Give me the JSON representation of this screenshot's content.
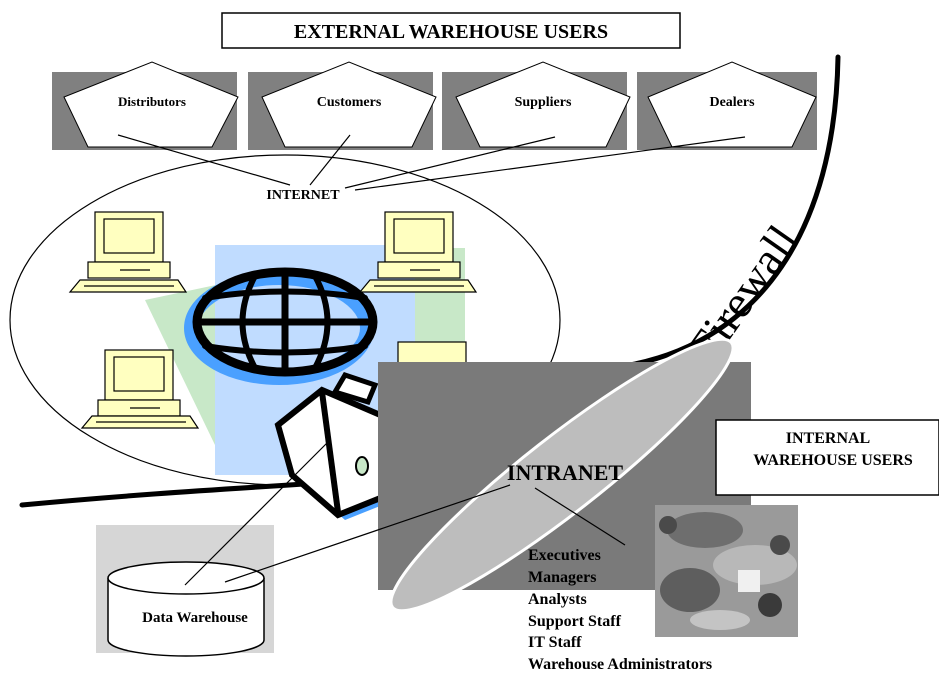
{
  "diagram": {
    "external_title": "EXTERNAL WAREHOUSE USERS",
    "external_users": [
      "Distributors",
      "Customers",
      "Suppliers",
      "Dealers"
    ],
    "internet_label": "INTERNET",
    "firewall_label": "Firewall",
    "intranet_label": "INTRANET",
    "internal_title_line1": "INTERNAL",
    "internal_title_line2": "WAREHOUSE USERS",
    "internal_users": [
      "Executives",
      "Managers",
      "Analysts",
      "Support Staff",
      "IT Staff",
      "Warehouse Administrators"
    ],
    "data_warehouse_label": "Data Warehouse"
  },
  "colors": {
    "gray_box": "#808080",
    "dark_gray_box": "#7a7a7a",
    "monitor_screen": "#ffffc0",
    "globe_bg": "#c0dcff",
    "green_tint": "#c8e8c8",
    "globe_accent": "#4aa0ff"
  }
}
